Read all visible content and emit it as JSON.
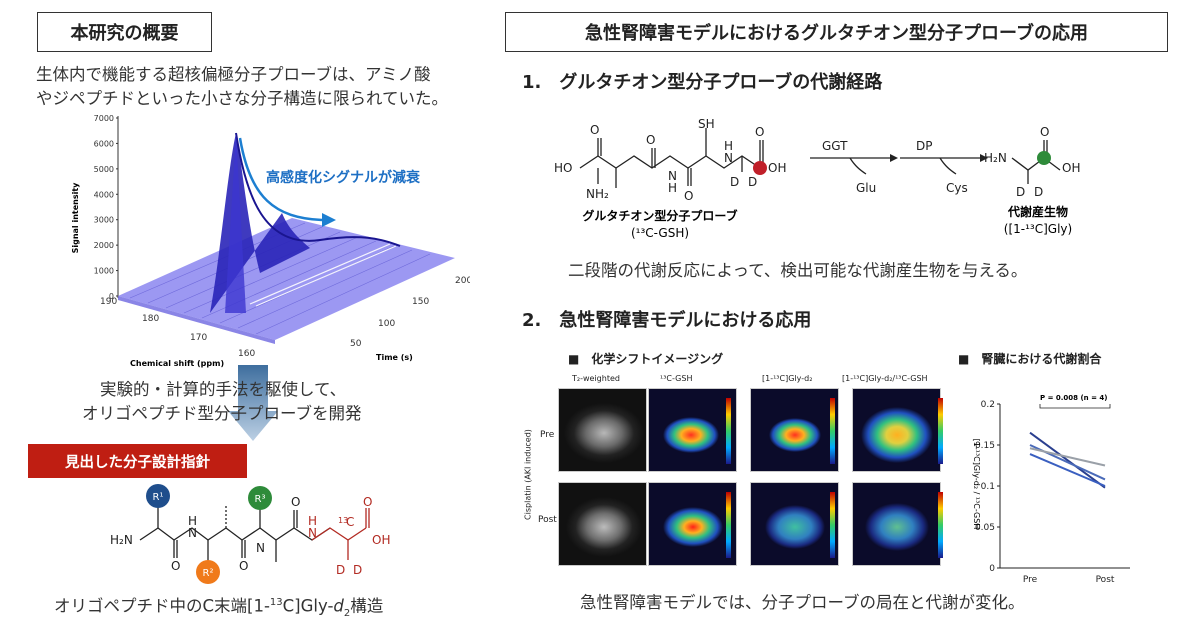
{
  "left": {
    "title": "本研究の概要",
    "intro_line1": "生体内で機能する超核偏極分子プローブは、アミノ酸",
    "intro_line2": "やジペプチドといった小さな分子構造に限られていた。",
    "spectrum": {
      "y_axis_label": "Signal intensity",
      "y_ticks": [
        "7000",
        "6000",
        "5000",
        "4000",
        "3000",
        "2000",
        "1000",
        "0"
      ],
      "x_axis_label": "Chemical shift (ppm)",
      "x_ticks": [
        "190",
        "180",
        "170",
        "160"
      ],
      "z_axis_label": "Time (s)",
      "z_ticks": [
        "200",
        "150",
        "100",
        "50"
      ],
      "annotation": "高感度化シグナルが減衰"
    },
    "method_line1": "実験的・計算的手法を駆使して、",
    "method_line2": "オリゴペプチド型分子プローブを開発",
    "badge": "見出した分子設計指針",
    "mol_labels": {
      "r1": "R¹",
      "r2": "R²",
      "r3": "R³",
      "h2n": "H₂N",
      "nh1": "H",
      "nh1_n": "N",
      "nh2": "H",
      "nh2_n": "N",
      "nh3": "H",
      "nh3_n": "N",
      "oh": "OH",
      "c13": "13",
      "c13_c": "C",
      "d1": "D",
      "d2": "D",
      "o1": "O",
      "o2": "O",
      "o3": "O",
      "o4": "O"
    },
    "caption_pre": "オリゴペプチド中のC末端[1-",
    "caption_sup": "13",
    "caption_mid": "C]Gly-",
    "caption_d": "d",
    "caption_sub": "2",
    "caption_post": "構造"
  },
  "right": {
    "title": "急性腎障害モデルにおけるグルタチオン型分子プローブの応用",
    "section1": "1.　グルタチオン型分子プローブの代謝経路",
    "scheme": {
      "sh": "SH",
      "ho": "HO",
      "nh2": "NH₂",
      "h_n1": "H",
      "n1": "N",
      "h_n2": "H",
      "n2": "N",
      "oh": "OH",
      "o_top": "O",
      "o_bot1": "O",
      "o_bot2": "O",
      "d1": "D",
      "d2": "D",
      "ggt": "GGT",
      "dp": "DP",
      "glu": "Glu",
      "cys": "Cys",
      "h2n_p": "H₂N",
      "oh_p": "OH",
      "o_p": "O",
      "d1_p": "D",
      "d2_p": "D",
      "probe_name": "グルタチオン型分子プローブ",
      "probe_code": "(¹³C-GSH)",
      "product_name": "代謝産生物",
      "product_code": "([1-¹³C]Gly)"
    },
    "section1_note": "二段階の代謝反応によって、検出可能な代謝産生物を与える。",
    "section2": "2.　急性腎障害モデルにおける応用",
    "imaging": {
      "title": "■　化学シフトイメージング",
      "columns": [
        "T₂-weighted",
        "¹³C-GSH",
        "[1-¹³C]Gly-d₂",
        "[1-¹³C]Gly-d₂/¹³C-GSH"
      ],
      "rows": [
        "Pre",
        "Post"
      ],
      "side_label": "Cisplatin (AKI induced)"
    },
    "ratio_chart_title": "■　腎臓における代謝割合",
    "chart_data": {
      "type": "line",
      "categories": [
        "Pre",
        "Post"
      ],
      "ylim": [
        0,
        0.2
      ],
      "y_ticks": [
        "0.2",
        "0.15",
        "0.1",
        "0.05",
        "0"
      ],
      "ylabel": "[1-¹³C]Gly-d₂ / ¹³C-GSH",
      "annotation": "P = 0.008 (n = 4)",
      "series": [
        {
          "values": [
            0.165,
            0.098
          ],
          "color": "#2a3f8f"
        },
        {
          "values": [
            0.15,
            0.108
          ],
          "color": "#4a6ab8"
        },
        {
          "values": [
            0.146,
            0.125
          ],
          "color": "#9aa0a8"
        },
        {
          "values": [
            0.139,
            0.1
          ],
          "color": "#3a5fc0"
        }
      ]
    },
    "section2_note": "急性腎障害モデルでは、分子プローブの局在と代謝が変化。"
  },
  "colors": {
    "accent_red": "#bf1e12",
    "probe_blue": "#1f4e8c",
    "probe_green": "#2e8b3a",
    "probe_orange": "#f07a1a",
    "gly_red": "#b22a22",
    "spectrum_blue": "#5a55d6"
  }
}
